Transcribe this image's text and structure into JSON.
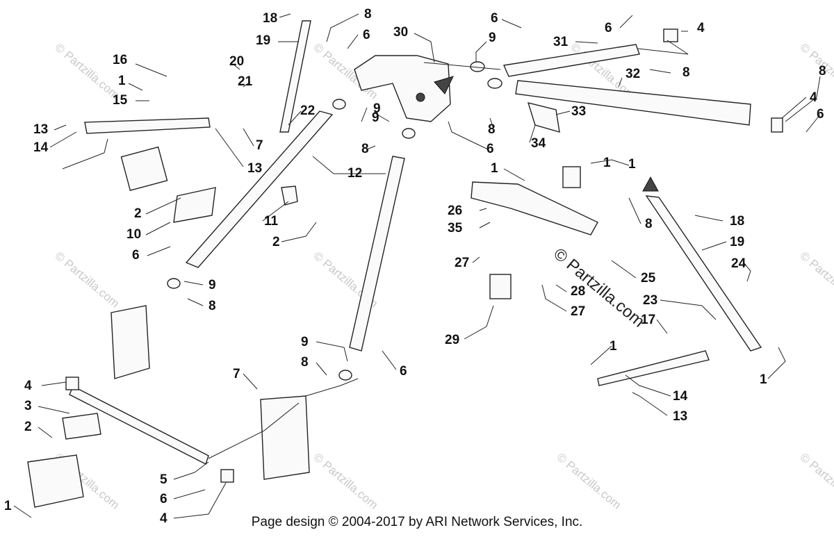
{
  "footer": "Page design © 2004-2017 by ARI Network Services, Inc.",
  "watermark": "© Partzilla.com",
  "callouts": [
    {
      "n": "18"
    },
    {
      "n": "8"
    },
    {
      "n": "6"
    },
    {
      "n": "30"
    },
    {
      "n": "6"
    },
    {
      "n": "6"
    },
    {
      "n": "4"
    },
    {
      "n": "19"
    },
    {
      "n": "9"
    },
    {
      "n": "31"
    },
    {
      "n": "8"
    },
    {
      "n": "16"
    },
    {
      "n": "20"
    },
    {
      "n": "1"
    },
    {
      "n": "21"
    },
    {
      "n": "32"
    },
    {
      "n": "8"
    },
    {
      "n": "15"
    },
    {
      "n": "9"
    },
    {
      "n": "4"
    },
    {
      "n": "6"
    },
    {
      "n": "13"
    },
    {
      "n": "22"
    },
    {
      "n": "9"
    },
    {
      "n": "33"
    },
    {
      "n": "14"
    },
    {
      "n": "7"
    },
    {
      "n": "8"
    },
    {
      "n": "8"
    },
    {
      "n": "6"
    },
    {
      "n": "34"
    },
    {
      "n": "1"
    },
    {
      "n": "13"
    },
    {
      "n": "12"
    },
    {
      "n": "1"
    },
    {
      "n": "1"
    },
    {
      "n": "2"
    },
    {
      "n": "26"
    },
    {
      "n": "8"
    },
    {
      "n": "18"
    },
    {
      "n": "11"
    },
    {
      "n": "35"
    },
    {
      "n": "10"
    },
    {
      "n": "2"
    },
    {
      "n": "19"
    },
    {
      "n": "6"
    },
    {
      "n": "27"
    },
    {
      "n": "24"
    },
    {
      "n": "25"
    },
    {
      "n": "9"
    },
    {
      "n": "28"
    },
    {
      "n": "8"
    },
    {
      "n": "27"
    },
    {
      "n": "23"
    },
    {
      "n": "17"
    },
    {
      "n": "29"
    },
    {
      "n": "9"
    },
    {
      "n": "1"
    },
    {
      "n": "6"
    },
    {
      "n": "8"
    },
    {
      "n": "1"
    },
    {
      "n": "7"
    },
    {
      "n": "4"
    },
    {
      "n": "14"
    },
    {
      "n": "13"
    },
    {
      "n": "3"
    },
    {
      "n": "2"
    },
    {
      "n": "5"
    },
    {
      "n": "6"
    },
    {
      "n": "1"
    },
    {
      "n": "4"
    }
  ]
}
